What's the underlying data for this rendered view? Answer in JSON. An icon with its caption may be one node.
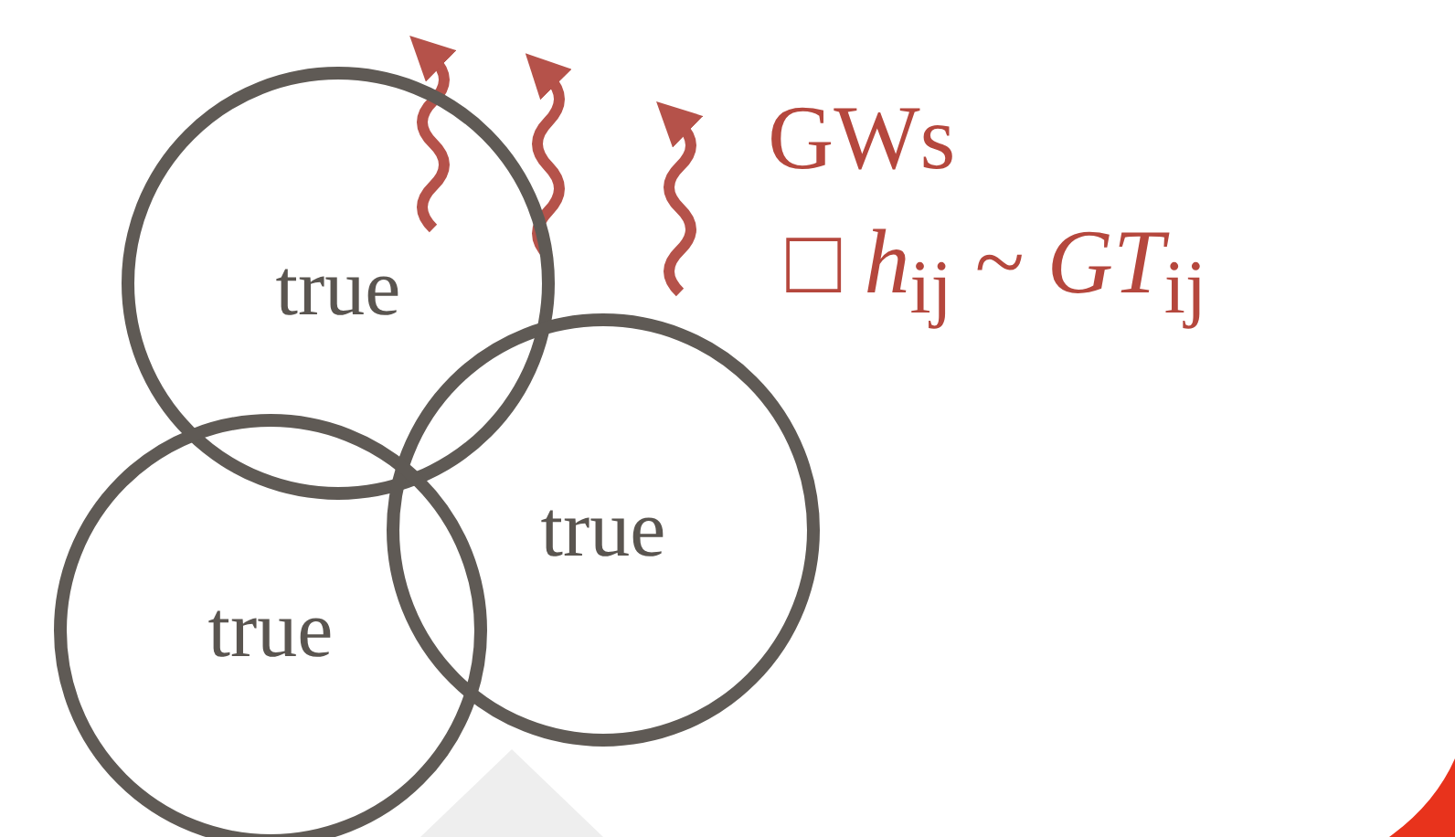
{
  "diagram": {
    "nodes": [
      {
        "text": [
          "true"
        ]
      },
      {
        "text": [
          "true"
        ]
      },
      {
        "text": [
          "true"
        ]
      }
    ],
    "labels": [
      "GWs",
      "□ *h*$_{ij}$ ~ *GT*$_{ij}$"
    ]
  }
}
